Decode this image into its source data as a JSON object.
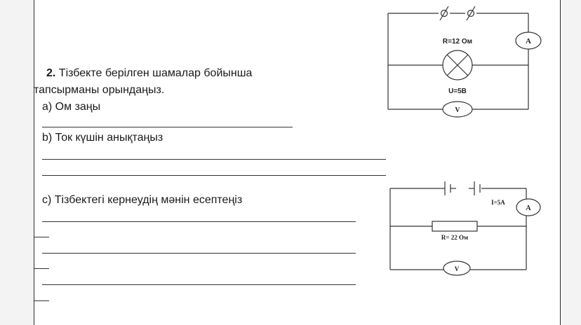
{
  "task": {
    "number": "2.",
    "line1": "Тізбекте берілген шамалар бойынша",
    "line2": "тапсырманы  орындаңыз."
  },
  "items": {
    "a": "a) Ом заңы",
    "b": "b) Ток күшін анықтаңыз",
    "c": "c) Тізбектегі кернеудің мәнін есептеңіз"
  },
  "circuit1": {
    "resistance_label": "R=12 Ом",
    "voltage_label": "U=5В",
    "ammeter_symbol": "A",
    "voltmeter_symbol": "V"
  },
  "circuit2": {
    "current_label": "I=5A",
    "resistance_label": "R= 22 Ом",
    "ammeter_symbol": "A",
    "voltmeter_symbol": "V"
  }
}
